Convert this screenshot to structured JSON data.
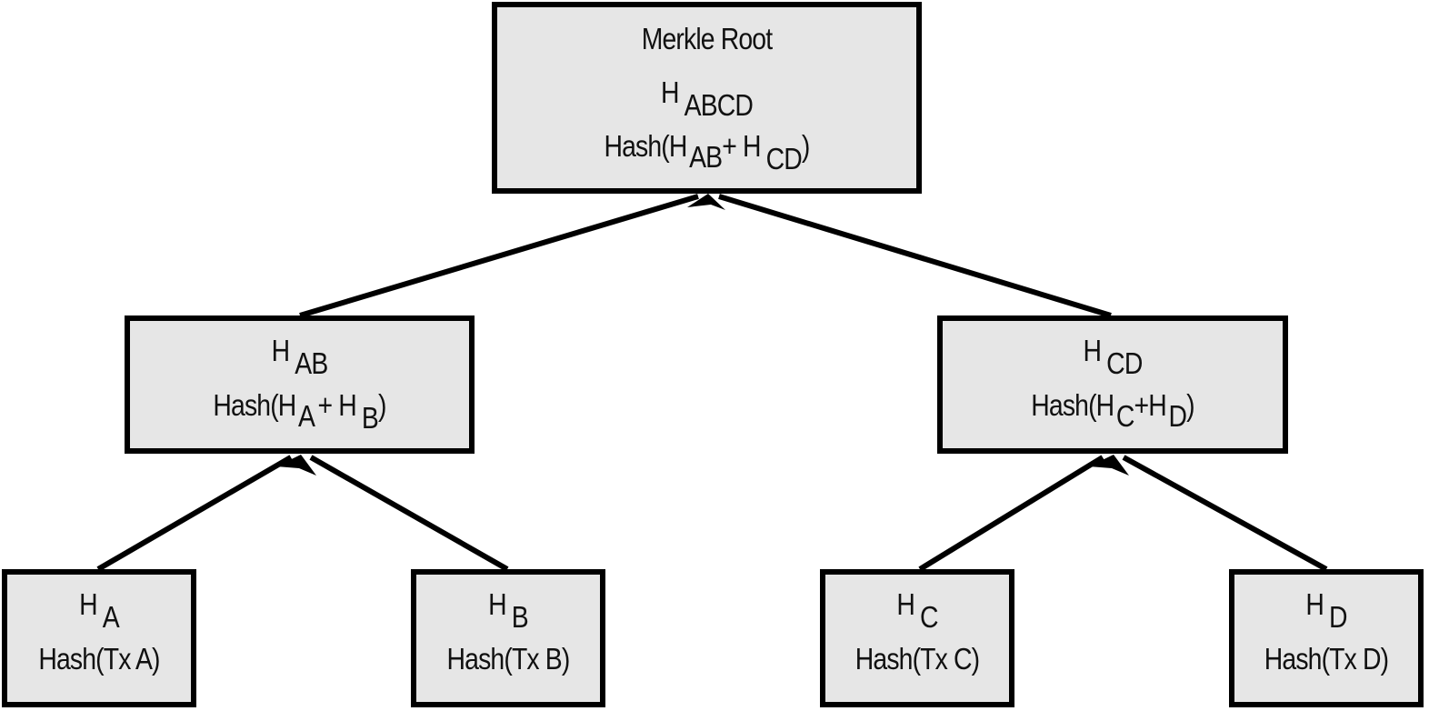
{
  "colors": {
    "node_fill": "#e6e6e6",
    "stroke": "#000000",
    "text": "#111111",
    "background": "#ffffff"
  },
  "icons": [
    "arrowhead-icon"
  ],
  "root": {
    "title": "Merkle Root",
    "label_main": "H",
    "label_sub": "ABCD",
    "formula_prefix": "Hash(H",
    "formula_sub1": "AB",
    "formula_plus": "+ H",
    "formula_sub2": "CD",
    "formula_suffix": ")"
  },
  "ab": {
    "label_main": "H",
    "label_sub": "AB",
    "formula_prefix": "Hash(H",
    "formula_sub1": "A",
    "formula_plus": "+ H",
    "formula_sub2": "B",
    "formula_suffix": ")"
  },
  "cd": {
    "label_main": "H",
    "label_sub": "CD",
    "formula_prefix": "Hash(H",
    "formula_sub1": "C",
    "formula_plus": "+H",
    "formula_sub2": "D",
    "formula_suffix": ")"
  },
  "leaves": [
    {
      "label_main": "H",
      "label_sub": "A",
      "formula": "Hash(Tx A)"
    },
    {
      "label_main": "H",
      "label_sub": "B",
      "formula": "Hash(Tx B)"
    },
    {
      "label_main": "H",
      "label_sub": "C",
      "formula": "Hash(Tx C)"
    },
    {
      "label_main": "H",
      "label_sub": "D",
      "formula": "Hash(Tx D)"
    }
  ]
}
